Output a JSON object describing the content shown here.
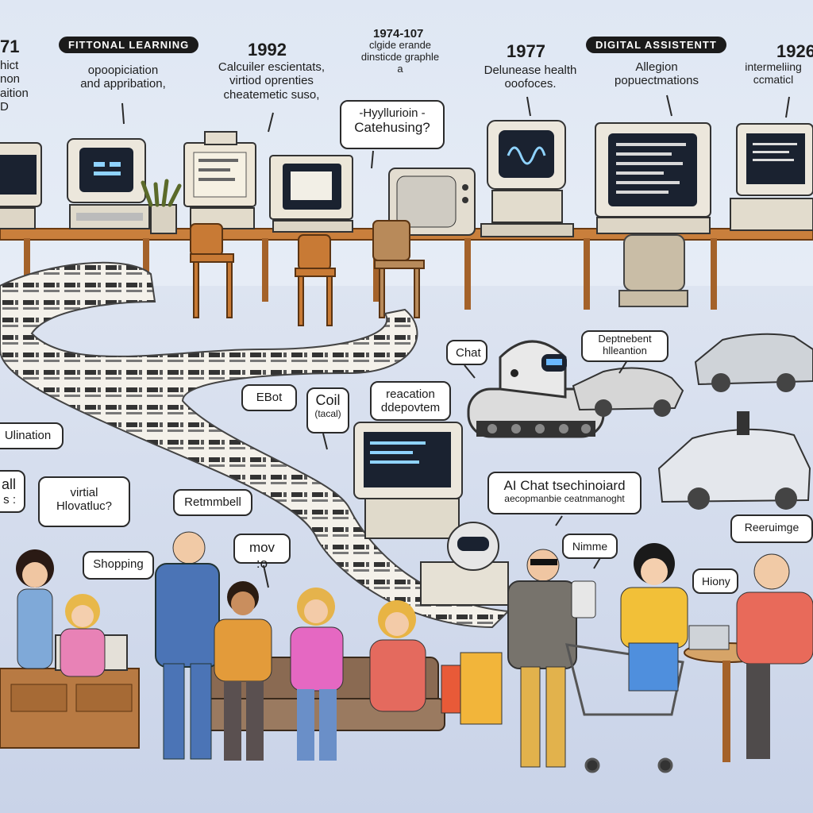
{
  "years": [
    "71",
    "1992",
    "1974-107",
    "1977",
    "1926"
  ],
  "pills": [
    "FITTONAL LEARNING",
    "DIGITAL ASSISTENTT"
  ],
  "captions": {
    "far_left": [
      "hict",
      "non",
      "aition",
      "D"
    ],
    "c1": [
      "opoopiciation",
      "and appribation,"
    ],
    "c2": [
      "Calcuiler escientats,",
      "virtiod oprenties",
      "cheatemetic suso,"
    ],
    "c3": [
      "clgide erande",
      "dinsticde graphle",
      "a"
    ],
    "c4": [
      "Delunease health",
      "ooofoces."
    ],
    "c5": [
      "Allegion",
      "popuectmations"
    ],
    "c6": [
      "intermeliing",
      "ccmaticl"
    ]
  },
  "bubbles": {
    "catehusing": [
      "-Hyyllurioin -",
      "Catehusing?"
    ],
    "chat": "Chat",
    "deptnebent": [
      "Deptnebent",
      "hlleantion"
    ],
    "ebot": "EBot",
    "coil": [
      "Coil",
      "(tacal)"
    ],
    "reacation": [
      "reacation",
      "ddepovtem"
    ],
    "ulination": "Ulination",
    "all": [
      "all",
      "s :"
    ],
    "virtial": [
      "virtial",
      "Hlovatluc?"
    ],
    "retmmbell": "Retmmbell",
    "shopping": "Shopping",
    "mov": "mov :o",
    "ai_chat": [
      "AI Chat tsechinoiard",
      "aecopmanbie ceatnmanoght"
    ],
    "nimme": "Nimme",
    "hiony": "Hiony",
    "reeruimge": "Reeruimge"
  },
  "colors": {
    "sky": "#e3eaf4",
    "floor": "#cfd8ea",
    "desk": "#d08a45",
    "computer": "#e9e4d8",
    "screen": "#1a2230",
    "screen_text": "#8fd3ff",
    "road": "#f2efe8"
  }
}
